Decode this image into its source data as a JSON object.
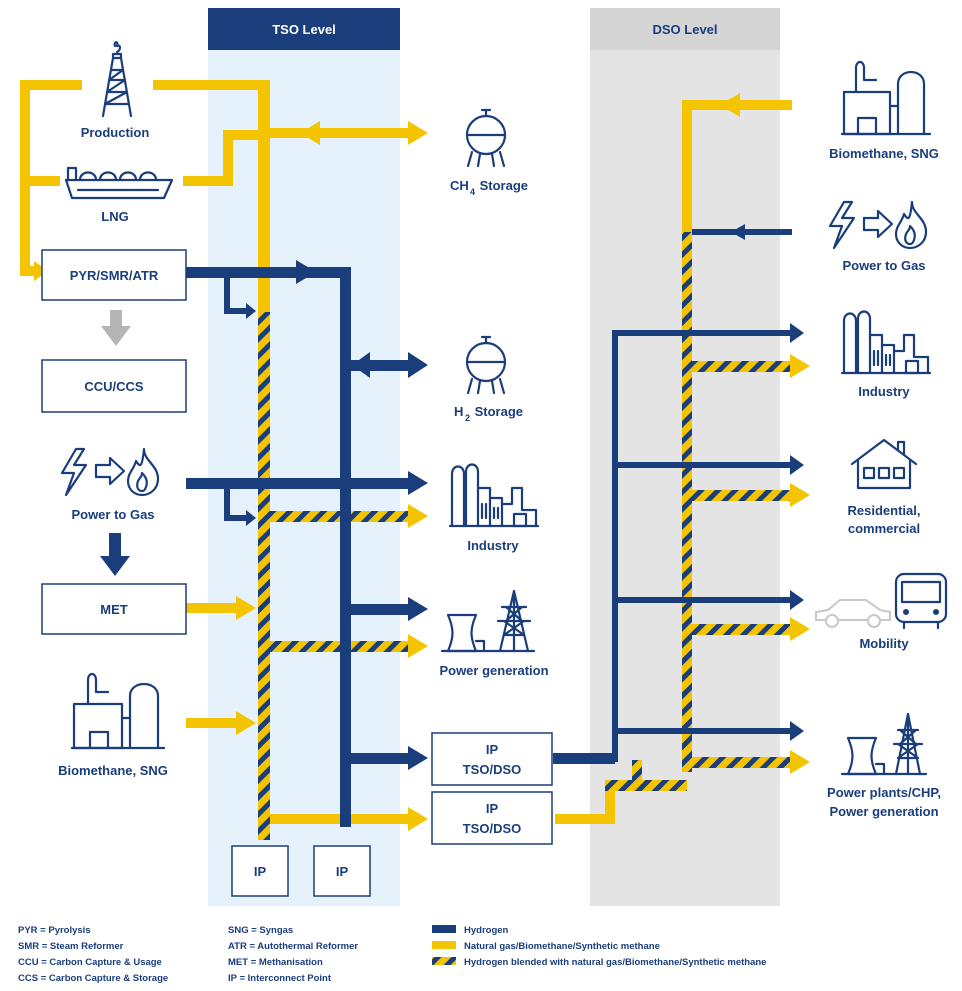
{
  "header": {
    "tso_level": "TSO Level",
    "dso_level": "DSO Level"
  },
  "left": {
    "production": "Production",
    "lng": "LNG",
    "pyr_smr_atr": "PYR/SMR/ATR",
    "ccu_ccs": "CCU/CCS",
    "power_to_gas": "Power to Gas",
    "met": "MET",
    "biomethane_sng": "Biomethane, SNG"
  },
  "tso": {
    "ch4_storage_prefix": "CH",
    "ch4_storage_sub": "4",
    "ch4_storage_suffix": " Storage",
    "h2_storage_prefix": "H",
    "h2_storage_sub": "2",
    "h2_storage_suffix": " Storage",
    "industry": "Industry",
    "power_generation": "Power generation",
    "ip_box_line1": "IP",
    "ip_box_line2": "TSO/DSO",
    "ip_bottom_1": "IP",
    "ip_bottom_2": "IP"
  },
  "right": {
    "biomethane_sng": "Biomethane, SNG",
    "power_to_gas": "Power to Gas",
    "industry": "Industry",
    "residential_line1": "Residential,",
    "residential_line2": "commercial",
    "mobility": "Mobility",
    "power_plants_line1": "Power plants/CHP,",
    "power_plants_line2": "Power generation"
  },
  "legend": {
    "abbrev_col1": [
      "PYR = Pyrolysis",
      "SMR = Steam Reformer",
      "CCU = Carbon Capture & Usage",
      "CCS = Carbon Capture & Storage"
    ],
    "abbrev_col2": [
      "SNG = Syngas",
      "ATR = Autothermal Reformer",
      "MET = Methanisation",
      "IP = Interconnect Point"
    ],
    "lines": [
      "Hydrogen",
      "Natural gas/Biomethane/Synthetic methane",
      "Hydrogen blended with natural gas/Biomethane/Synthetic methane"
    ]
  },
  "colors": {
    "hydrogen": "#1a3d7c",
    "natural_gas": "#f5c400",
    "tso_band": "#e6f2fb",
    "dso_band": "#e4e4e4",
    "tso_header": "#1a3d7c",
    "dso_header": "#d5d5d5",
    "ccs_arrow": "#b5b5b5"
  }
}
